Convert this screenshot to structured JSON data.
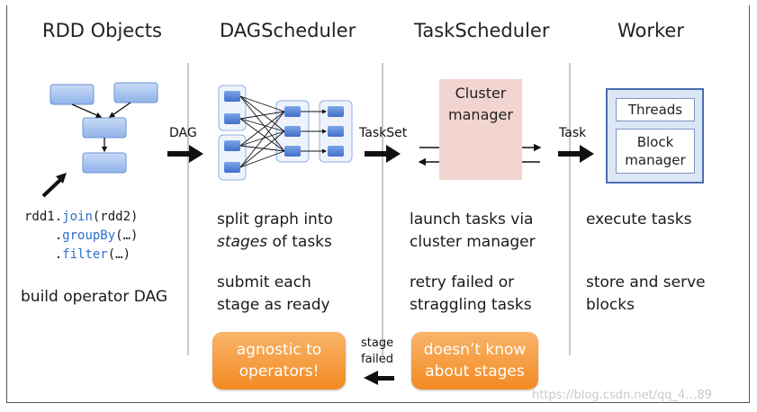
{
  "columns": {
    "rdd": {
      "title": "RDD Objects",
      "code_lines": [
        {
          "prefix": "rdd1.",
          "kw": "join",
          "suffix": "(rdd2)"
        },
        {
          "prefix": "    .",
          "kw": "groupBy",
          "suffix": "(…)"
        },
        {
          "prefix": "    .",
          "kw": "filter",
          "suffix": "(…)"
        }
      ],
      "caption": "build operator DAG"
    },
    "dag": {
      "title": "DAGScheduler",
      "text1_line1": "split graph into",
      "text1_line2_em": "stages",
      "text1_line2_rest": " of tasks",
      "text2_line1": "submit each",
      "text2_line2": "stage as ready",
      "box": [
        "agnostic to",
        "operators!"
      ]
    },
    "task": {
      "title": "TaskScheduler",
      "cluster_line1": "Cluster",
      "cluster_line2": "manager",
      "text1_line1": "launch tasks via",
      "text1_line2": "cluster manager",
      "text2_line1": "retry failed or",
      "text2_line2": "straggling tasks",
      "box": [
        "doesn’t know",
        "about stages"
      ]
    },
    "worker": {
      "title": "Worker",
      "threads": "Threads",
      "block_line1": "Block",
      "block_line2": "manager",
      "text1": "execute tasks",
      "text2_line1": "store and serve",
      "text2_line2": "blocks"
    }
  },
  "arrows": {
    "dag": "DAG",
    "taskset": "TaskSet",
    "task": "Task",
    "stage_failed_line1": "stage",
    "stage_failed_line2": "failed"
  },
  "watermark": "https://blog.csdn.net/qq_4…89"
}
